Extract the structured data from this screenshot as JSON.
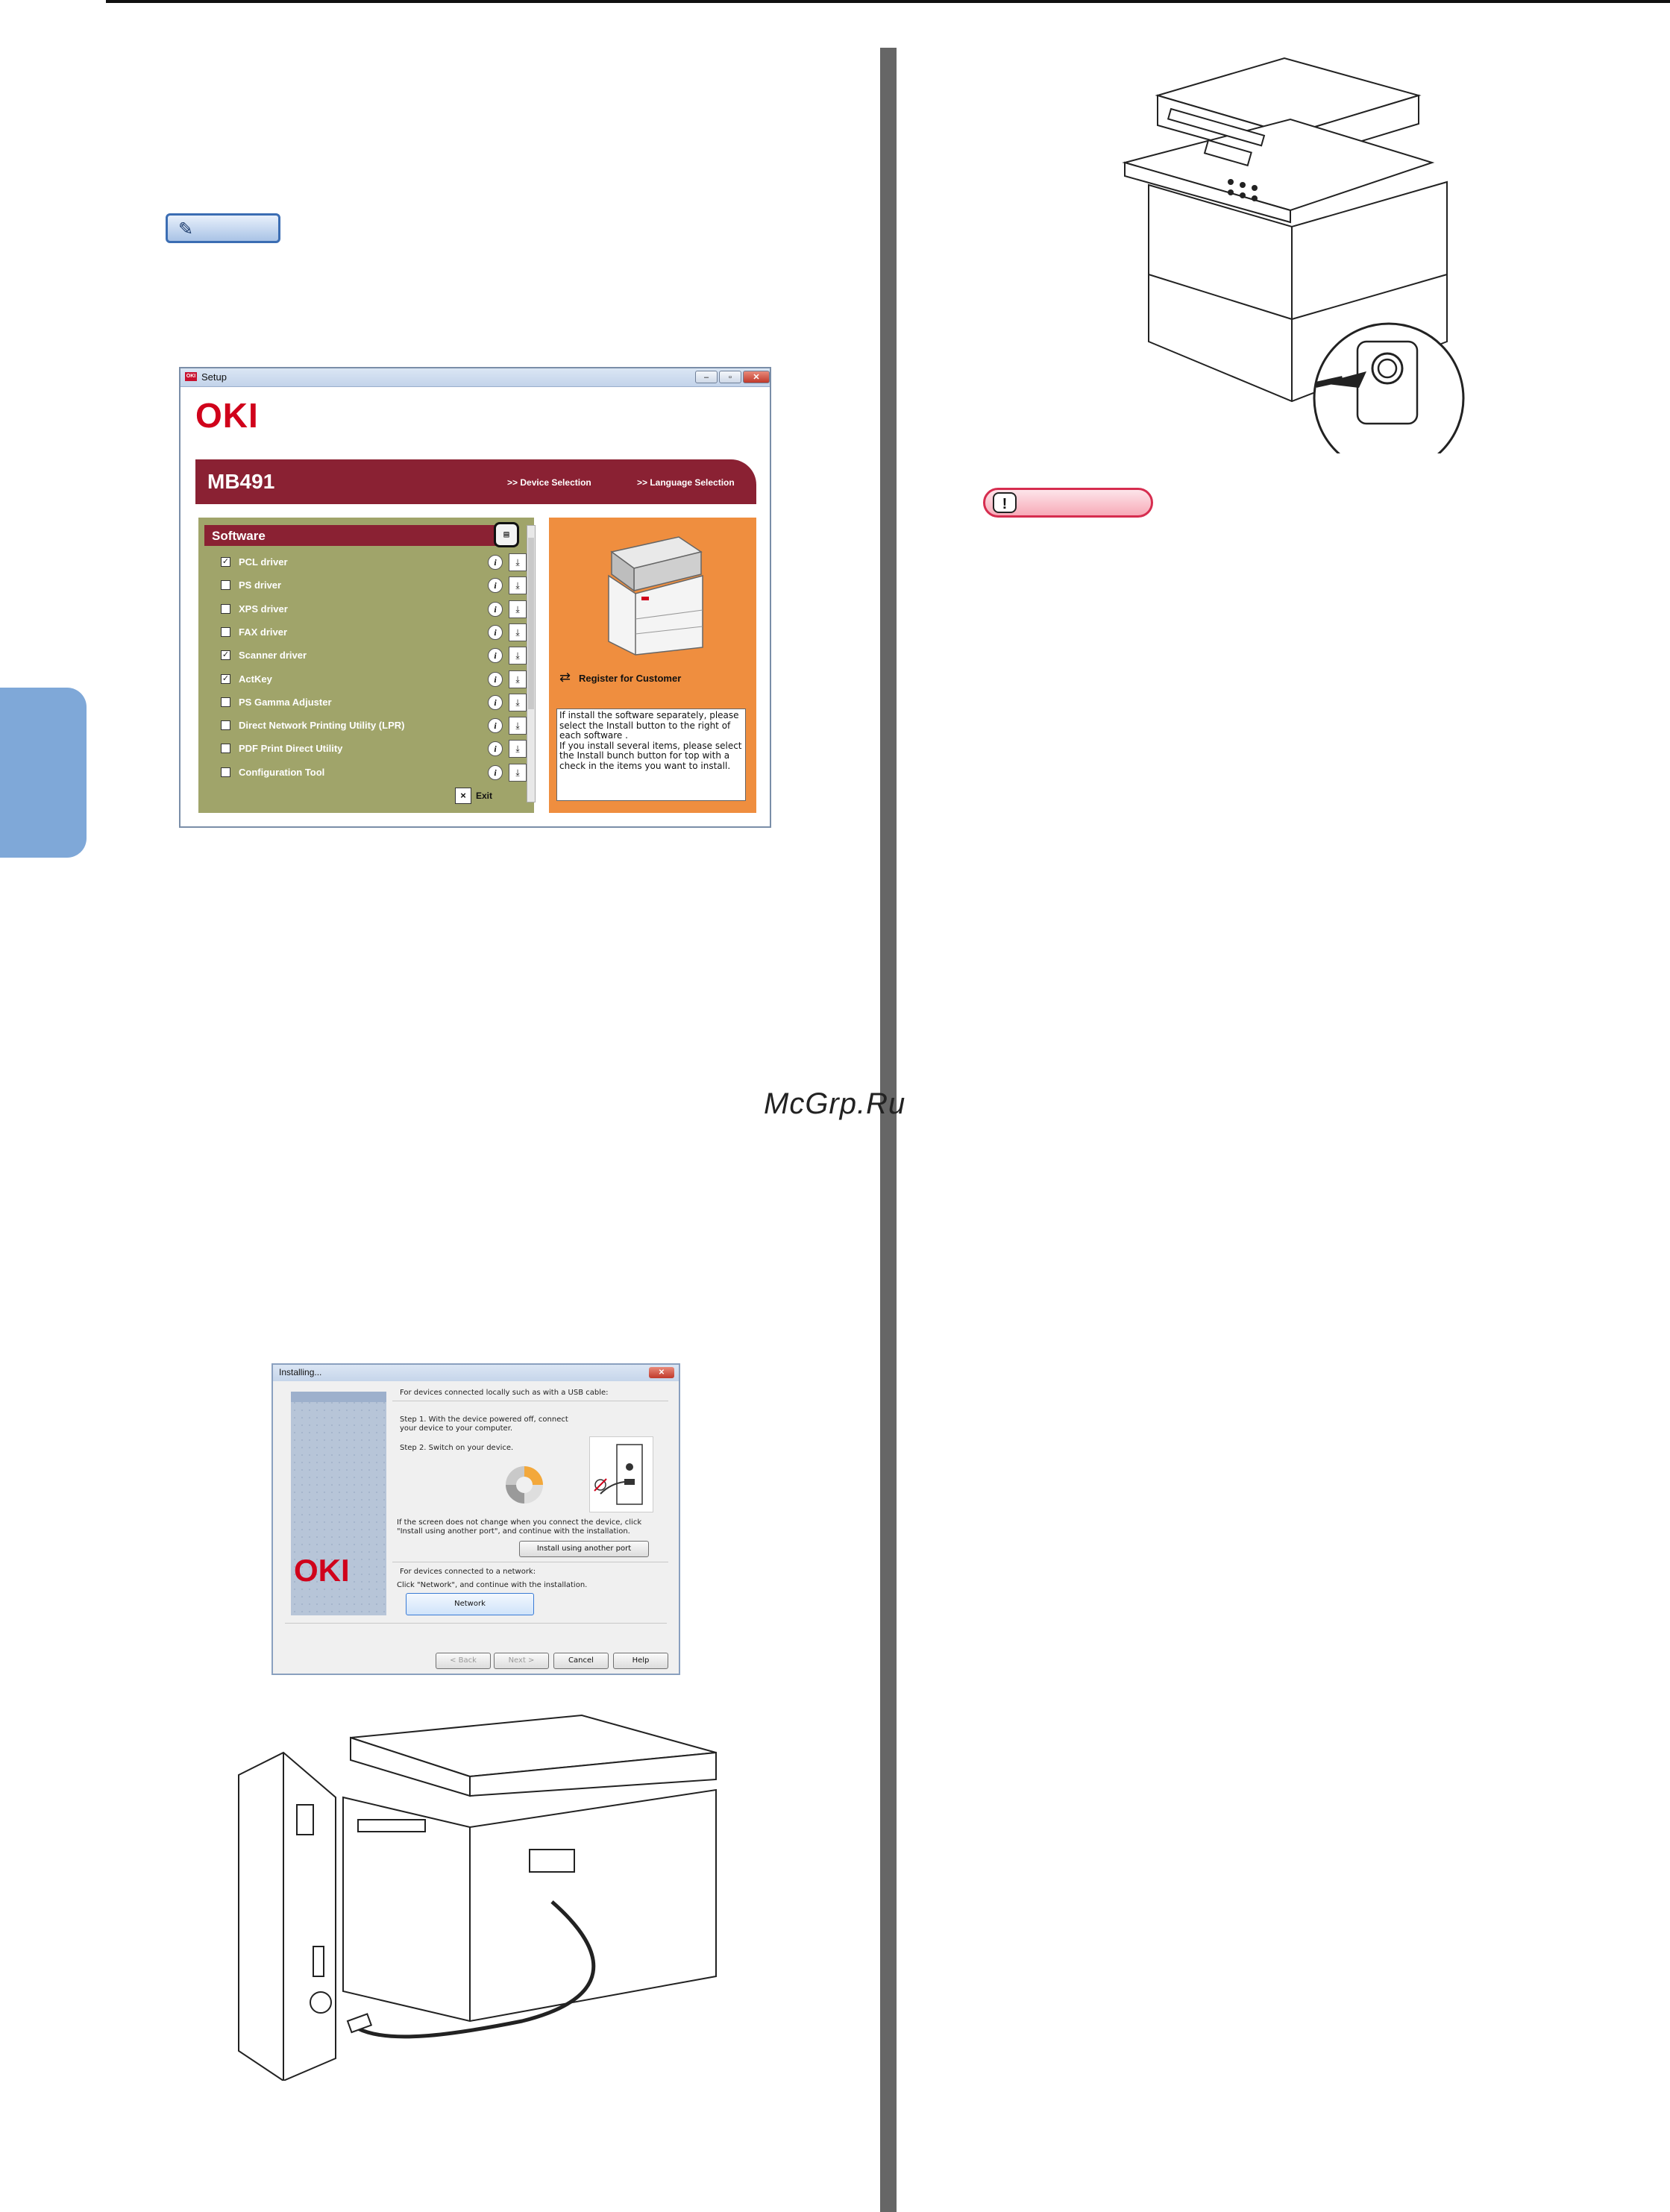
{
  "watermark": "McGrp.Ru",
  "setup_window": {
    "title": "Setup",
    "logo": "OKI",
    "model": "MB491",
    "nav": [
      ">> Device Selection",
      ">> Language Selection"
    ],
    "software_header": "Software",
    "install_bunch_icon": "install-bunch-icon",
    "items": [
      {
        "label": "PCL driver",
        "checked": true
      },
      {
        "label": "PS driver",
        "checked": false
      },
      {
        "label": "XPS driver",
        "checked": false
      },
      {
        "label": "FAX driver",
        "checked": false
      },
      {
        "label": "Scanner driver",
        "checked": true
      },
      {
        "label": "ActKey",
        "checked": true
      },
      {
        "label": "PS Gamma Adjuster",
        "checked": false
      },
      {
        "label": "Direct Network Printing Utility (LPR)",
        "checked": false
      },
      {
        "label": "PDF Print Direct Utility",
        "checked": false
      },
      {
        "label": "Configuration Tool",
        "checked": false
      }
    ],
    "exit_label": "Exit",
    "register_label": "Register for Customer",
    "description": "If install the software separately, please select the Install button to the right of each software .\nIf you install several items, please select the Install bunch button for top with a check in the items you want to install."
  },
  "installing_window": {
    "title": "Installing...",
    "logo": "OKI",
    "local_heading": "For devices connected locally such as with a USB cable:",
    "step1": "Step 1. With the device powered off, connect your device to your computer.",
    "step2": "Step 2. Switch on your device.",
    "hint": "If the screen does not change when you connect the device, click \"Install using another port\", and continue with the installation.",
    "another_port_button": "Install using another port",
    "network_heading": "For devices connected to a network:",
    "network_hint": "Click \"Network\", and continue with the installation.",
    "network_button": "Network",
    "back_button": "< Back",
    "next_button": "Next >",
    "cancel_button": "Cancel",
    "help_button": "Help"
  },
  "colors": {
    "oki_red": "#d0021b",
    "maroon": "#8a2133",
    "olive": "#a0a46a",
    "orange": "#ef8e3f",
    "side_tab": "#7fa8d8"
  }
}
